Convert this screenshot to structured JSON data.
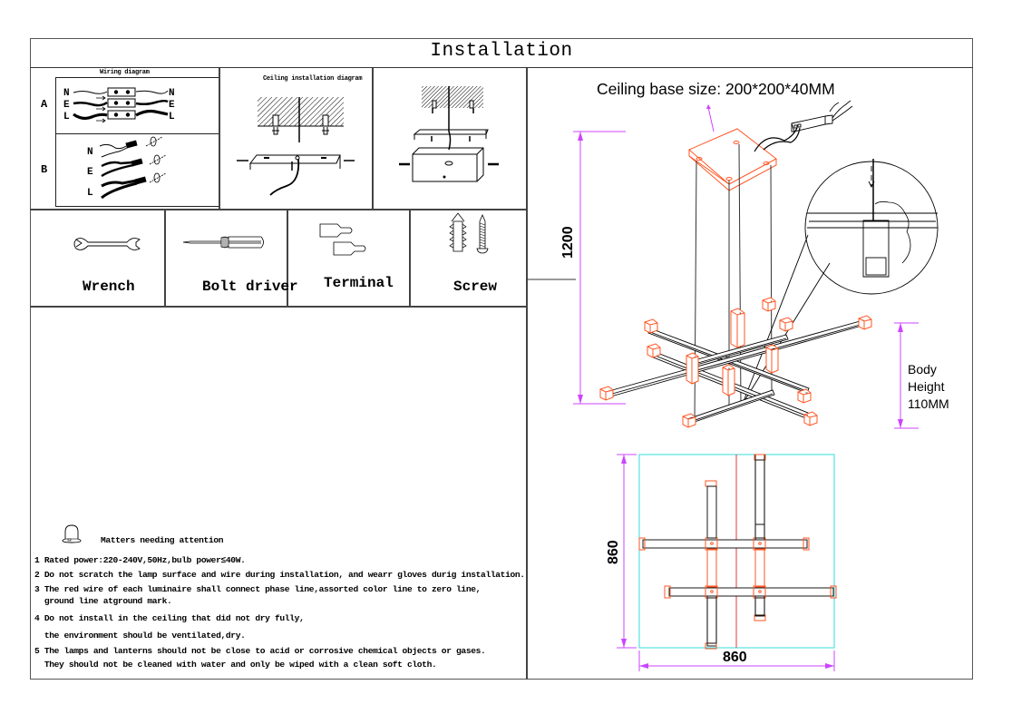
{
  "header": {
    "title": "Installation"
  },
  "wiring": {
    "title": "Wiring diagram",
    "row_a_label": "A",
    "row_b_label": "B",
    "terminals": [
      "N",
      "E",
      "L"
    ]
  },
  "ceiling_diagram": {
    "title": "Ceiling installation diagram"
  },
  "tools": [
    {
      "label": "Wrench",
      "icon": "wrench-icon"
    },
    {
      "label": "Bolt driver",
      "icon": "screwdriver-icon"
    },
    {
      "label": "Terminal",
      "icon": "terminal-icon"
    },
    {
      "label": "Screw",
      "icon": "screw-icon"
    }
  ],
  "attention": {
    "title": "Matters needing attention",
    "icon": "bell-icon",
    "lines": [
      "1 Rated power:220-240V,50Hz,bulb power≤40W.",
      "2 Do not scratch the lamp surface and wire during installation, and wearr gloves durig installation.",
      "3 The red wire of each luminaire shall connect phase line,assorted color line to zero line,",
      "  ground line atground mark.",
      "4 Do not install in the ceiling that did not dry fully,",
      "  the environment should be ventilated,dry.",
      "5 The lamps and lanterns should not be close to acid or corrosive chemical objects or gases.",
      "  They should not be cleaned with water and only be wiped with a clean soft cloth."
    ]
  },
  "product": {
    "ceiling_base_label": "Ceiling base size: 200*200*40MM",
    "total_height": "1200",
    "body_height_lines": [
      "Body",
      "Height",
      "110MM"
    ],
    "width": "860",
    "depth": "860"
  },
  "colors": {
    "dimension": "#cc44ff",
    "highlight": "#ff5522",
    "outline_box": "#33dddd",
    "center_line": "#ee3333"
  }
}
